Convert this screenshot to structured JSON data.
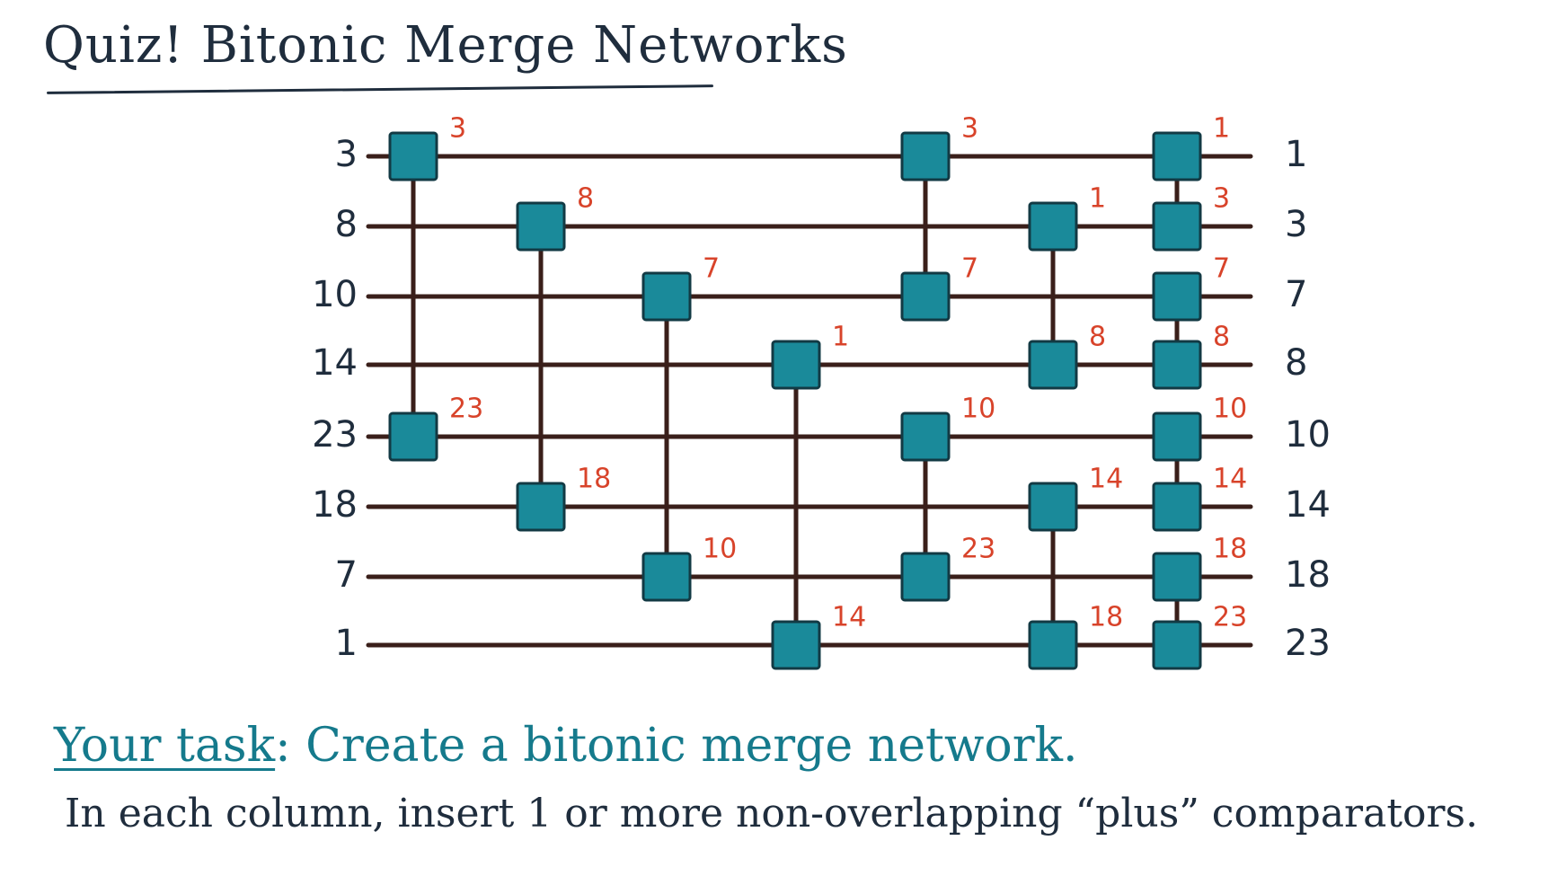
{
  "title": "Quiz! Bitonic Merge Networks",
  "inputs": [
    "3",
    "8",
    "10",
    "14",
    "23",
    "18",
    "7",
    "1"
  ],
  "outputs": [
    "1",
    "3",
    "7",
    "8",
    "10",
    "14",
    "18",
    "23"
  ],
  "comparators": [
    {
      "col": 0,
      "wires": [
        0,
        4
      ],
      "labels": [
        "3",
        "23"
      ]
    },
    {
      "col": 1,
      "wires": [
        1,
        5
      ],
      "labels": [
        "8",
        "18"
      ]
    },
    {
      "col": 2,
      "wires": [
        2,
        6
      ],
      "labels": [
        "7",
        "10"
      ]
    },
    {
      "col": 3,
      "wires": [
        3,
        7
      ],
      "labels": [
        "1",
        "14"
      ]
    },
    {
      "col": 4,
      "wires": [
        0,
        2
      ],
      "labels": [
        "3",
        "7"
      ]
    },
    {
      "col": 4,
      "wires": [
        4,
        6
      ],
      "labels": [
        "10",
        "23"
      ]
    },
    {
      "col": 5,
      "wires": [
        1,
        3
      ],
      "labels": [
        "1",
        "8"
      ]
    },
    {
      "col": 5,
      "wires": [
        5,
        7
      ],
      "labels": [
        "14",
        "18"
      ]
    },
    {
      "col": 6,
      "wires": [
        0,
        1
      ],
      "labels": [
        "1",
        "3"
      ]
    },
    {
      "col": 6,
      "wires": [
        2,
        3
      ],
      "labels": [
        "7",
        "8"
      ]
    },
    {
      "col": 6,
      "wires": [
        4,
        5
      ],
      "labels": [
        "10",
        "14"
      ]
    },
    {
      "col": 6,
      "wires": [
        6,
        7
      ],
      "labels": [
        "18",
        "23"
      ]
    }
  ],
  "task_label": "Your task",
  "task_text": ": Create a bitonic merge network.",
  "instruction": "In each column, insert 1 or more non-overlapping “plus” comparators.",
  "colors": {
    "wire": "#3a1f1a",
    "comparator_fill": "#1a8a9a",
    "comparator_stroke": "#123a44",
    "value_label": "#d8432a",
    "text": "#1f2d3d",
    "task": "#157a8c"
  }
}
